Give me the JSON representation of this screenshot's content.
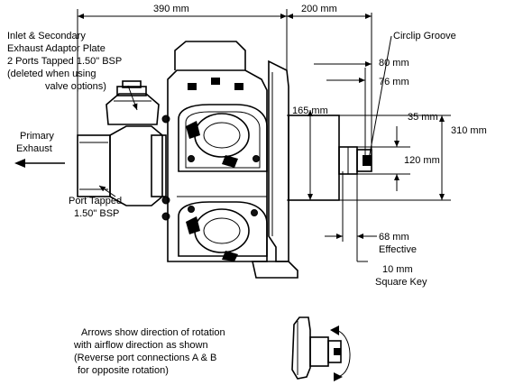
{
  "dimensions": {
    "overall_length": "390 mm",
    "mount_to_shaft": "200 mm",
    "dim_80": "80 mm",
    "dim_76": "76 mm",
    "dim_165": "165 mm",
    "dim_35": "35 mm",
    "dim_310": "310 mm",
    "dim_120": "120 mm",
    "dim_68": "68 mm",
    "dim_68_note": "Effective",
    "key_size": "10 mm",
    "key_label": "Square Key"
  },
  "labels": {
    "circlip": "Circlip Groove",
    "inlet_line1": "Inlet & Secondary",
    "inlet_line2": "Exhaust Adaptor Plate",
    "inlet_line3": "2 Ports Tapped 1.50\" BSP",
    "inlet_line4": "(deleted when using",
    "inlet_line5": "valve options)",
    "primary_line1": "Primary",
    "primary_line2": "Exhaust",
    "port_line1": "Port Tapped",
    "port_line2": "1.50\" BSP"
  },
  "note": {
    "line1": "Arrows show direction of rotation",
    "line2": "with airflow direction as shown",
    "line3": "(Reverse port connections A & B",
    "line4": " for opposite rotation)"
  }
}
